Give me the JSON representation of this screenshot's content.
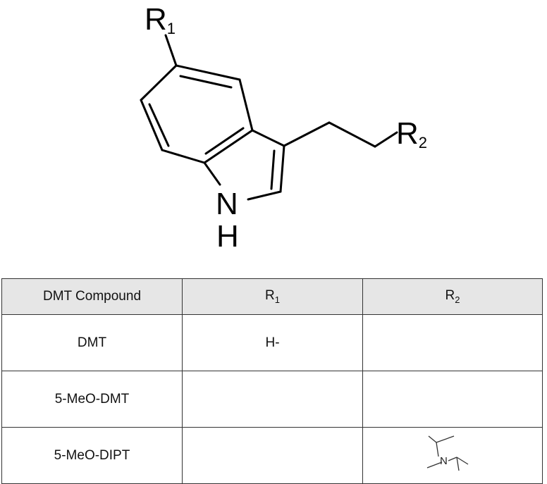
{
  "structure": {
    "r1_letter": "R",
    "r1_subscript": "1",
    "r2_letter": "R",
    "r2_subscript": "2",
    "nitrogen": "N",
    "hydrogen": "H"
  },
  "table": {
    "headers": {
      "compound": "DMT Compound",
      "r1_letter": "R",
      "r1_subscript": "1",
      "r2_letter": "R",
      "r2_subscript": "2"
    },
    "rows": [
      {
        "compound": "DMT",
        "r1": "H-",
        "r2": ""
      },
      {
        "compound": "5-MeO-DMT",
        "r1": "",
        "r2": ""
      },
      {
        "compound": "5-MeO-DIPT",
        "r1": "",
        "r2": "",
        "r2_atom": "N"
      }
    ]
  }
}
